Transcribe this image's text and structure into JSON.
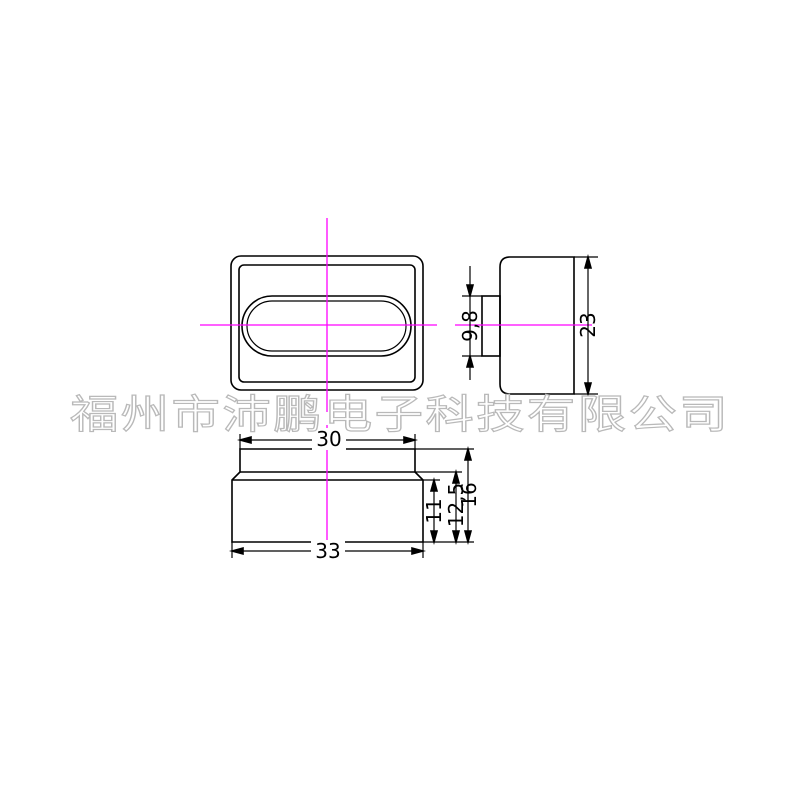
{
  "watermark": "福州市沛鹏电子科技有限公司",
  "colors": {
    "centerline": "#ff00ff",
    "outline": "#000000",
    "watermark_outline": "#b9b9b9"
  },
  "dimensions": {
    "side_height": "23",
    "side_step": "9,8",
    "top_width": "30",
    "bottom_width": "33",
    "height_total": "16",
    "height_mid": "12,5",
    "height_body": "11"
  }
}
